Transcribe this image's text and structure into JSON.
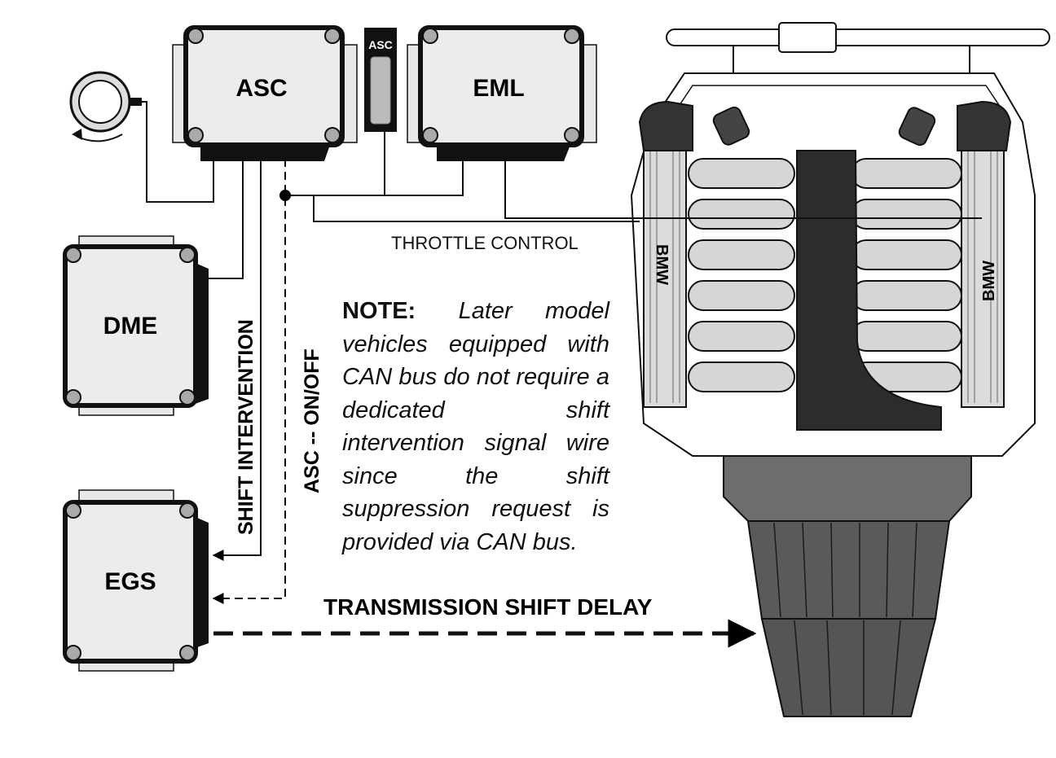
{
  "modules": {
    "asc": "ASC",
    "asc_switch": "ASC",
    "eml": "EML",
    "dme": "DME",
    "egs": "EGS"
  },
  "labels": {
    "throttle_control": "THROTTLE CONTROL",
    "shift_intervention": "SHIFT INTERVENTION",
    "asc_on_off": "ASC -- ON/OFF",
    "transmission_shift_delay": "TRANSMISSION SHIFT DELAY",
    "engine_brand_left": "BMW",
    "engine_brand_right": "BMW"
  },
  "note": {
    "heading": "NOTE:",
    "body": "Later model vehicles equipped with CAN bus do not require a dedicated shift intervention signal wire since the shift suppression request is provided via CAN bus."
  }
}
